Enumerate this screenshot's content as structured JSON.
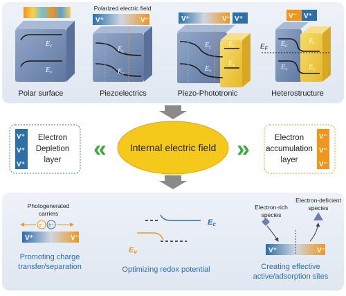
{
  "colors": {
    "panel_bg": "#e8eef5",
    "block_blue": "#7d93b8",
    "block_yellow": "#f2cc3d",
    "ellipse": "#f5c91a",
    "arrow_green": "#3daa3d",
    "accent_blue": "#2e6fa8",
    "orange": "#f0961e",
    "text_blue": "#2e6fa8"
  },
  "top": {
    "polarized_label": "Polarized electric field",
    "captions": [
      "Polar surface",
      "Piezoelectrics",
      "Piezo-Phototronic",
      "Heterostructure"
    ],
    "ec": "E",
    "ec_sub": "c",
    "ev": "E",
    "ev_sub": "v",
    "ef": "E",
    "ef_sub": "F",
    "vplus": "V⁺",
    "vminus": "V⁻"
  },
  "middle": {
    "center_label": "Internal electric field",
    "left_box": [
      "Electron",
      "Depletion",
      "layer"
    ],
    "right_box": [
      "Electron",
      "accumulation",
      "layer"
    ],
    "left_chevron": "«",
    "right_chevron": "»"
  },
  "bottom": {
    "photo_label": [
      "Photogenerated",
      "carriers"
    ],
    "electron": "e⁻",
    "hole": "h⁺",
    "caption1": [
      "Promoting charge",
      "transfer/separation"
    ],
    "caption2": "Optimizing redox potential",
    "caption3": [
      "Creating effective",
      "active/adsorption sites"
    ],
    "rich": [
      "Electron-rich",
      "species"
    ],
    "deficient": [
      "Electron-deficient",
      "species"
    ]
  }
}
